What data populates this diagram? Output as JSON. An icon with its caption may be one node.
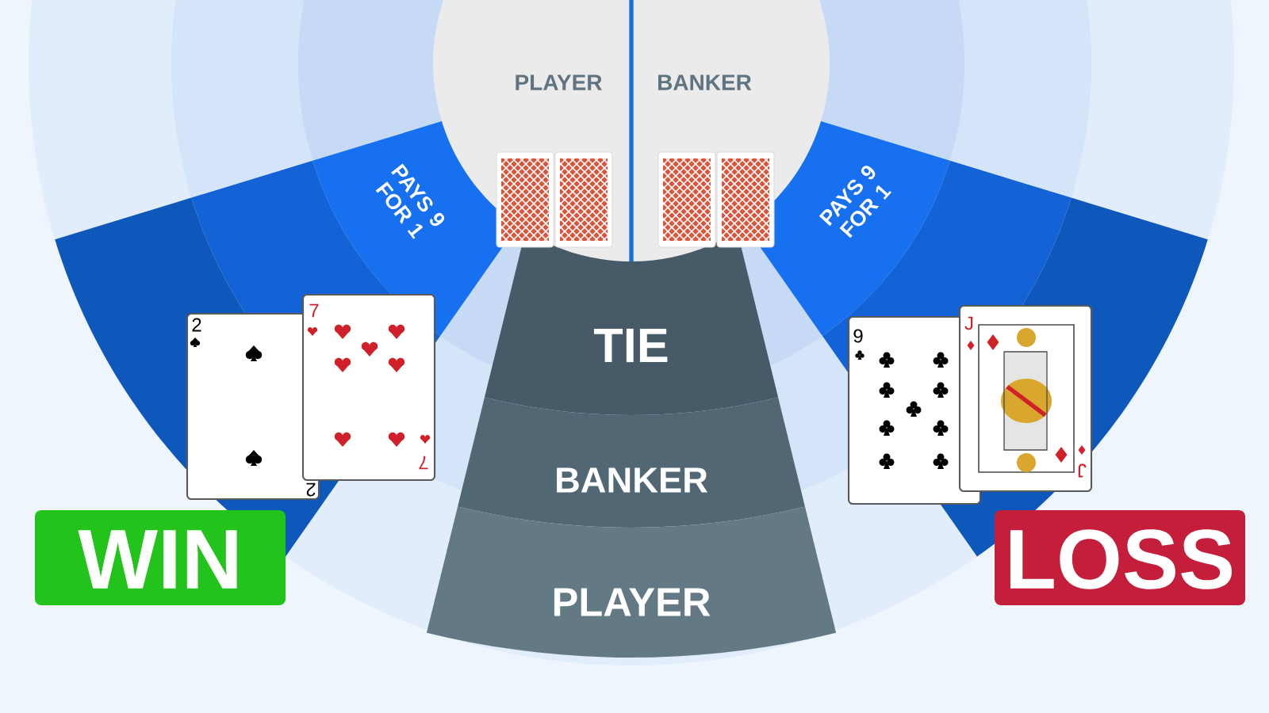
{
  "diagram": {
    "nodes": [
      {
        "text": [
          "PLAYER",
          "BANKER"
        ]
      },
      {
        "text": [
          "PAYS 9 FOR 1"
        ]
      },
      {
        "text": [
          "PAYS 9 FOR 1"
        ]
      },
      {
        "text": [
          "TIE"
        ]
      },
      {
        "text": [
          "BANKER"
        ]
      },
      {
        "text": [
          "PLAYER"
        ]
      },
      {
        "text": [
          "WIN"
        ]
      },
      {
        "text": [
          "LOSS"
        ]
      }
    ],
    "labels": [
      "2",
      "2",
      "7",
      "7",
      "9",
      "J",
      "J"
    ]
  }
}
